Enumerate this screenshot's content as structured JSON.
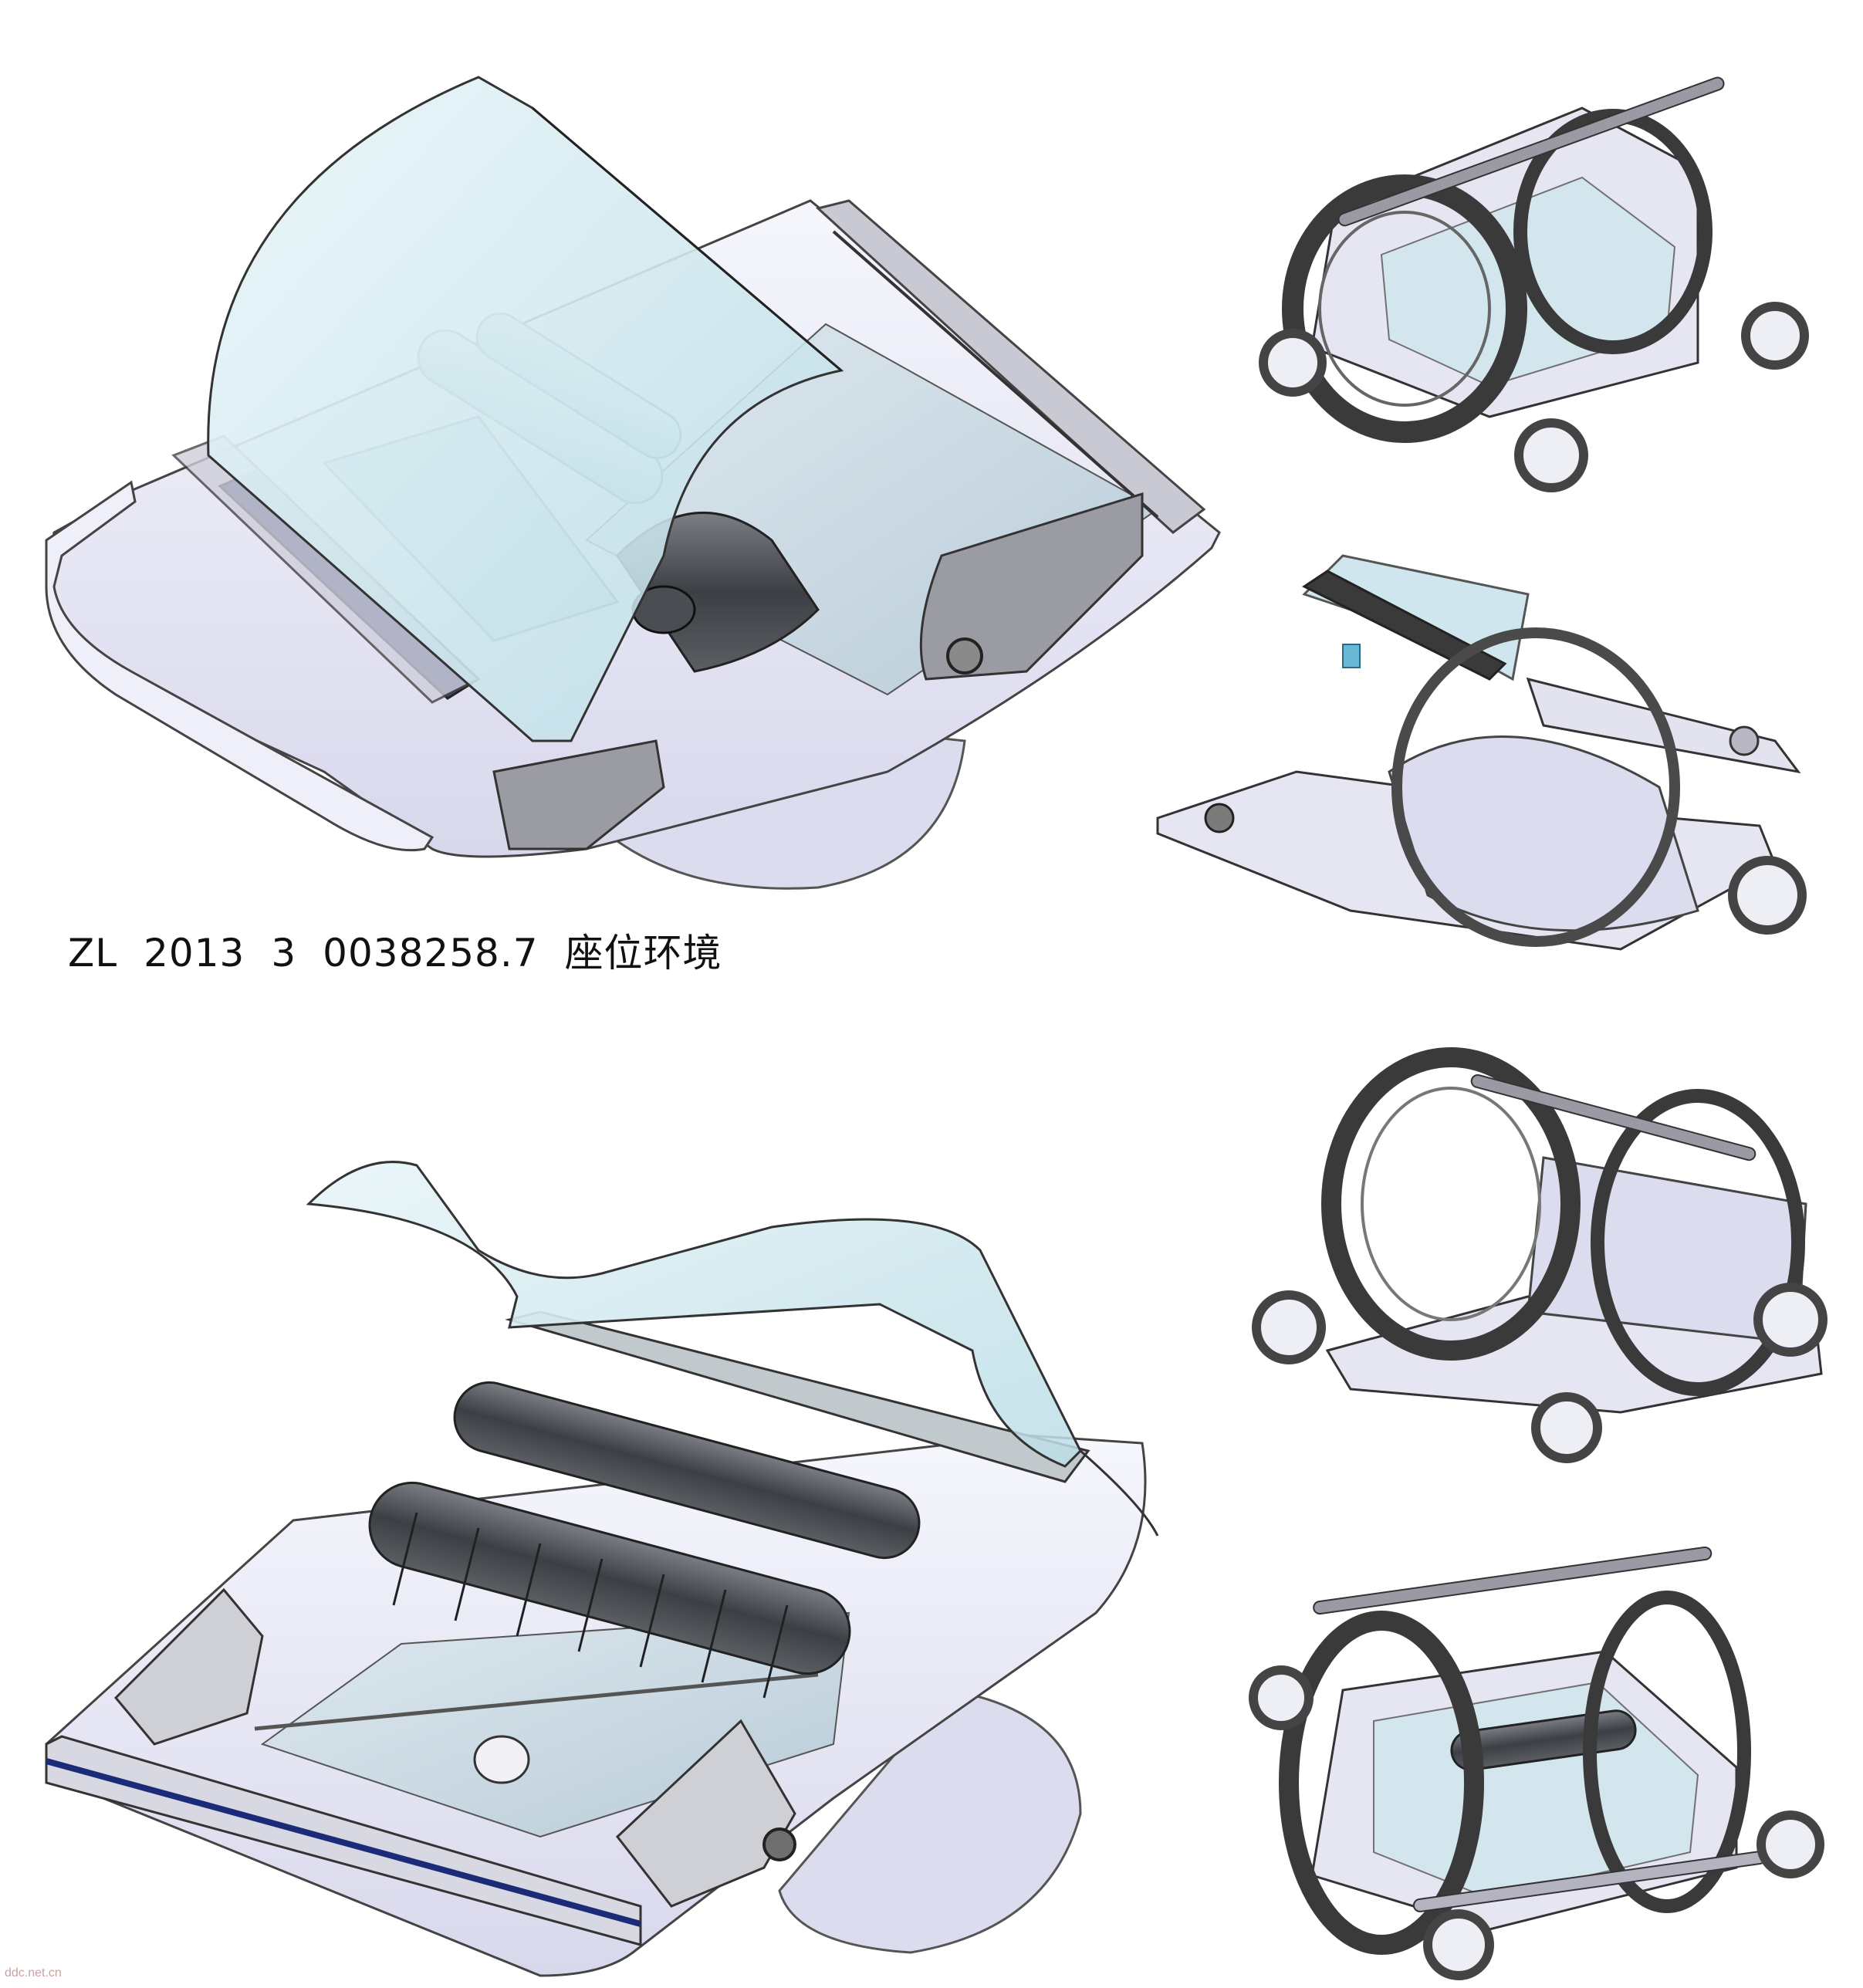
{
  "caption": {
    "prefix": "ZL",
    "year": "2013",
    "type": "3",
    "number": "0038258.7",
    "title": "座位环境"
  },
  "watermark": "ddc.net.cn",
  "colors": {
    "glass": "#cfe6ee",
    "metal": "#8c8c8c",
    "body": "#e8e8f6",
    "roller": "#4a4d52",
    "accent": "#1c2b78",
    "tire": "#3a3a3a"
  }
}
